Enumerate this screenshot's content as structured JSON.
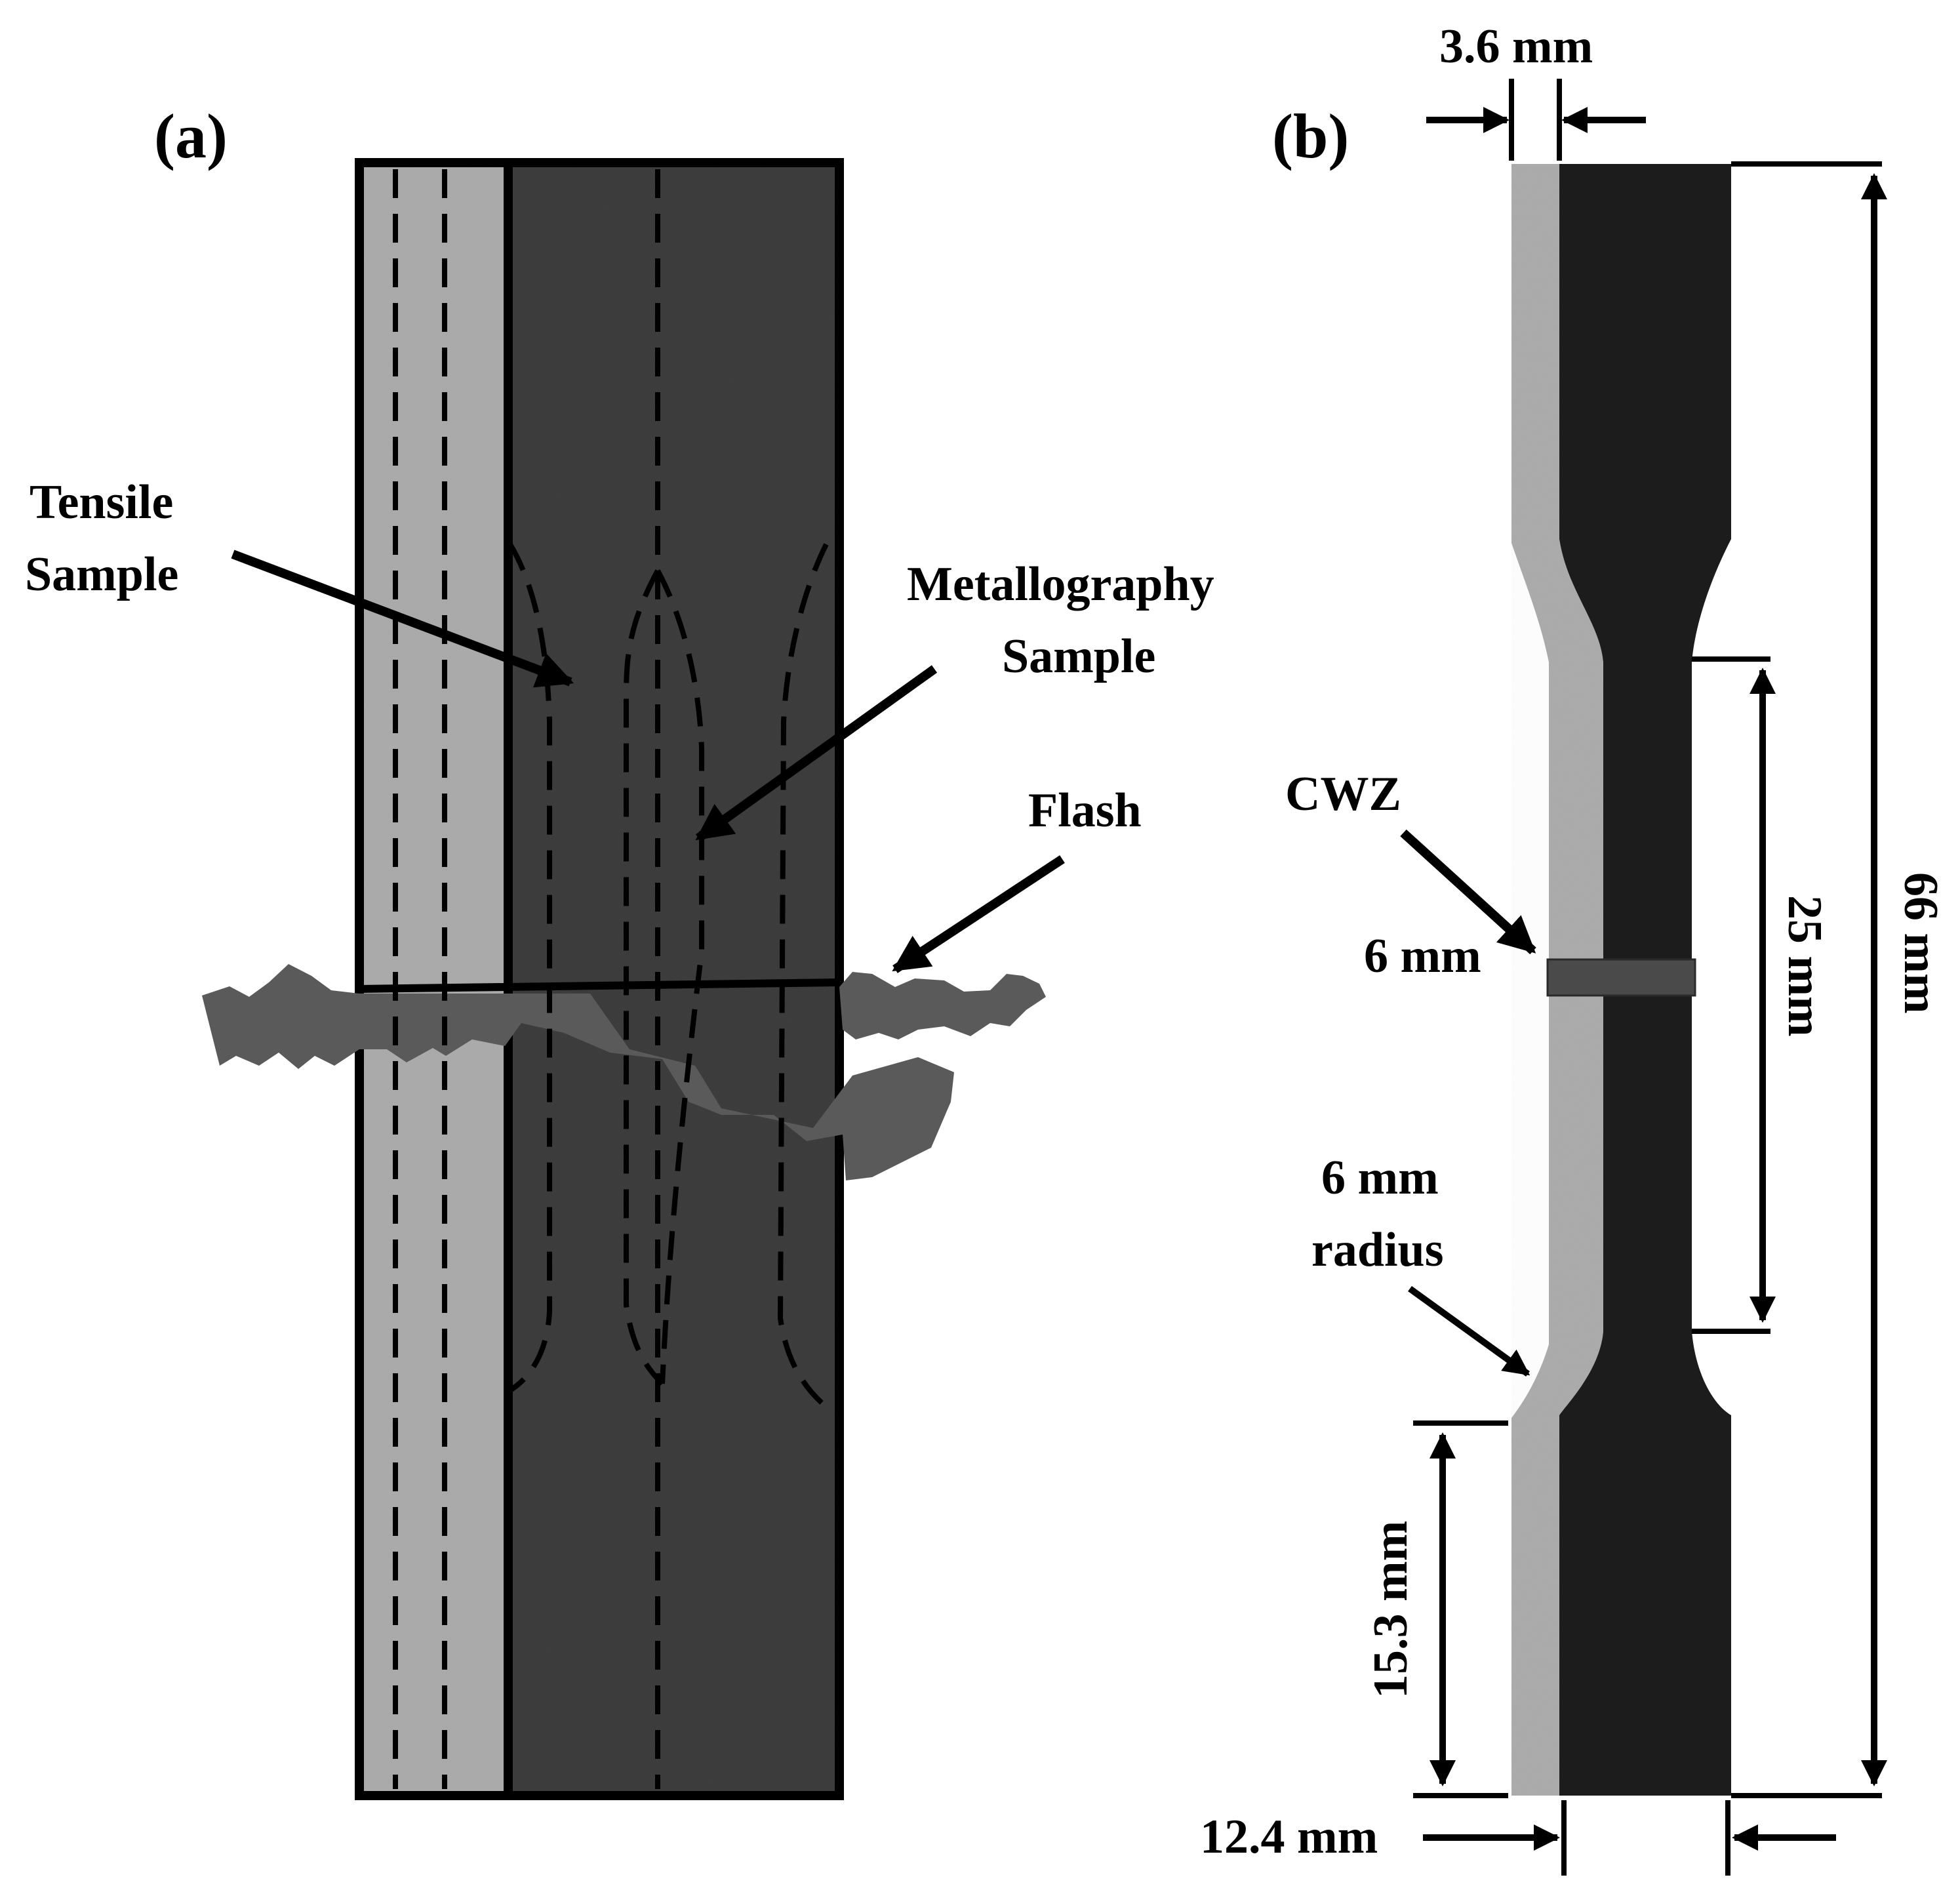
{
  "panel_a": {
    "label": "(a)",
    "annotations": {
      "tensile_sample": [
        "Tensile",
        "Sample"
      ],
      "metallography_sample": [
        "Metallography",
        "Sample"
      ],
      "flash": "Flash"
    }
  },
  "panel_b": {
    "label": "(b)",
    "dimensions": {
      "thickness": "3.6 mm",
      "overall_length": "66 mm",
      "gauge_length": "25 mm",
      "cwz_width": "6 mm",
      "fillet_radius": [
        "6 mm",
        "radius"
      ],
      "grip_length": "15.3 mm",
      "width": "12.4 mm"
    },
    "annotations": {
      "cwz": "CWZ"
    }
  },
  "colors": {
    "light_metal": "#a9a9a9",
    "dark_metal": "#3a3a3a",
    "specimen_dark": "#1c1c1c",
    "flash": "#5a5a5a",
    "cwz_band": "#4a4a4a"
  }
}
